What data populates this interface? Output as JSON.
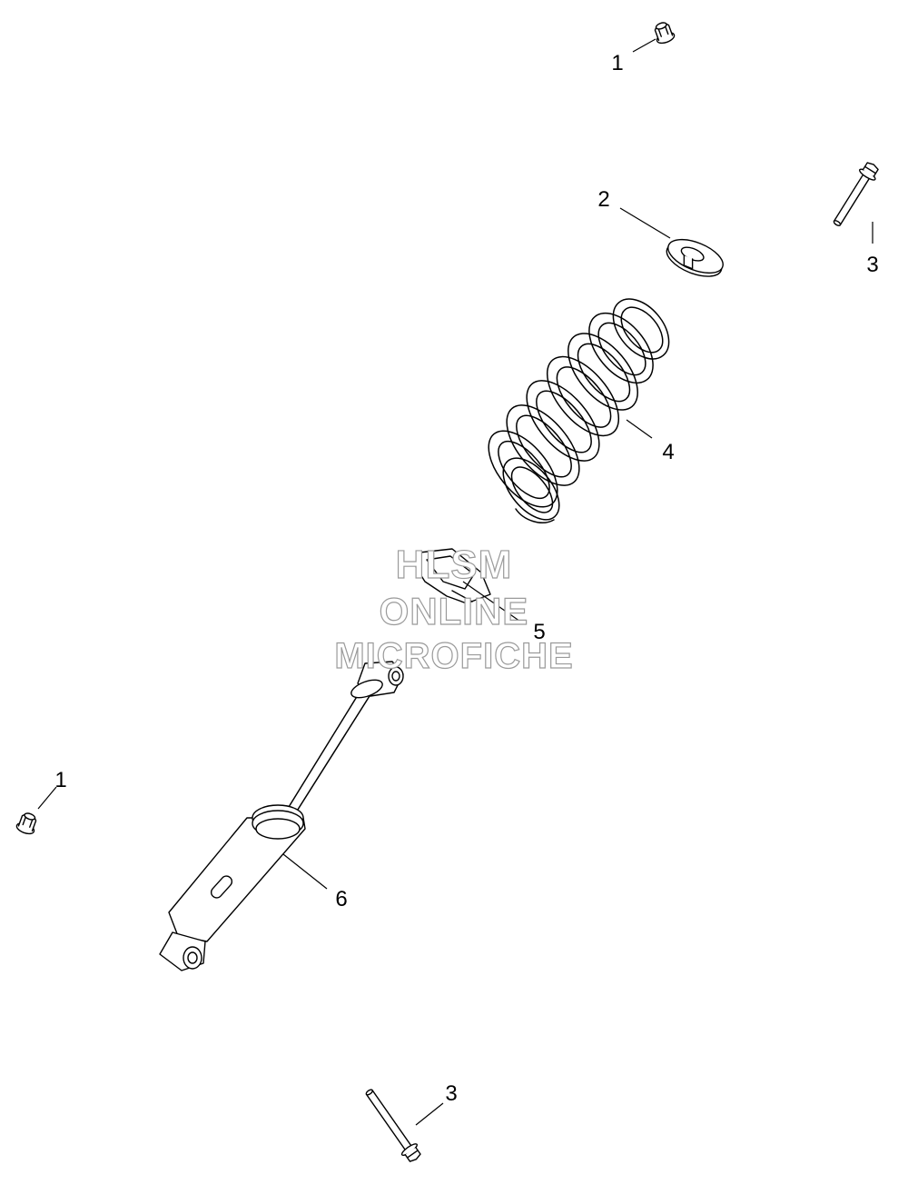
{
  "watermark": {
    "line1": "HLSM",
    "line2": "ONLINE",
    "line3": "MICROFICHE"
  },
  "callouts": {
    "c1_top": "1",
    "c2": "2",
    "c3_top": "3",
    "c4": "4",
    "c5": "5",
    "c1_left": "1",
    "c6": "6",
    "c3_bottom": "3"
  },
  "parts": [
    {
      "ref": "1",
      "icon": "flange-nut-icon"
    },
    {
      "ref": "2",
      "icon": "spring-retainer-icon"
    },
    {
      "ref": "3",
      "icon": "flange-bolt-icon"
    },
    {
      "ref": "4",
      "icon": "coil-spring-icon"
    },
    {
      "ref": "5",
      "icon": "spring-clip-icon"
    },
    {
      "ref": "6",
      "icon": "shock-absorber-icon"
    }
  ],
  "colors": {
    "line": "#000000",
    "watermark_stroke": "#9a9a9a"
  }
}
